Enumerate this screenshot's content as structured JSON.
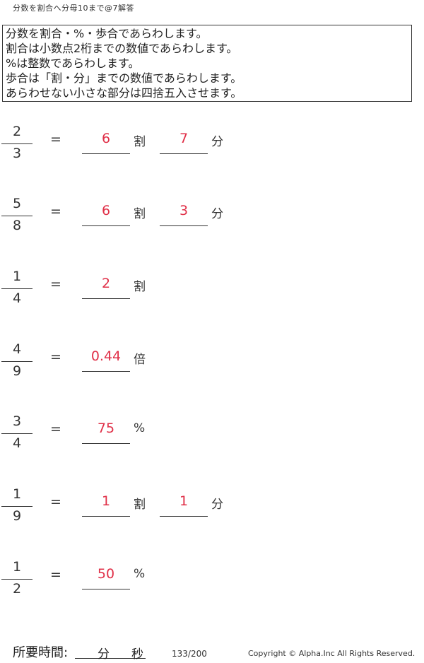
{
  "title": "分数を割合へ分母10まで@7解答",
  "instructions": [
    "分数を割合・%・歩合であらわします。",
    "割合は小数点2桁までの数値であらわします。",
    "%は整数であらわします。",
    "歩合は「割・分」までの数値であらわします。",
    "あらわせない小さな部分は四捨五入させます。"
  ],
  "equals": "=",
  "problems": [
    {
      "numerator": "2",
      "denominator": "3",
      "answer1": "6",
      "unit1": "割",
      "answer2": "7",
      "unit2": "分"
    },
    {
      "numerator": "5",
      "denominator": "8",
      "answer1": "6",
      "unit1": "割",
      "answer2": "3",
      "unit2": "分"
    },
    {
      "numerator": "1",
      "denominator": "4",
      "answer1": "2",
      "unit1": "割"
    },
    {
      "numerator": "4",
      "denominator": "9",
      "answer1": "0.44",
      "unit1": "倍"
    },
    {
      "numerator": "3",
      "denominator": "4",
      "answer1": "75",
      "unit1": "%"
    },
    {
      "numerator": "1",
      "denominator": "9",
      "answer1": "1",
      "unit1": "割",
      "answer2": "1",
      "unit2": "分"
    },
    {
      "numerator": "1",
      "denominator": "2",
      "answer1": "50",
      "unit1": "%"
    }
  ],
  "footer": {
    "time_label": "所要時間:",
    "minutes_label": "分",
    "seconds_label": "秒",
    "page_number": "133/200",
    "copyright": "Copyright © Alpha.Inc All Rights Reserved."
  },
  "colors": {
    "answer": "#e03048"
  }
}
